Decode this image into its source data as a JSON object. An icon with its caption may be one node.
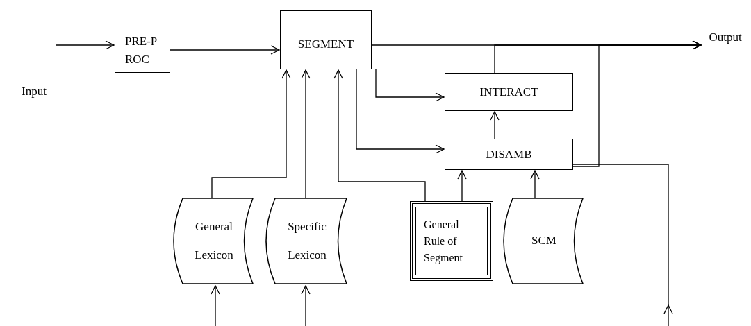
{
  "diagram": {
    "nodes": [
      {
        "text": [
          "Input"
        ]
      },
      {
        "text": [
          "PRE-P ROC"
        ]
      },
      {
        "text": [
          "SEGMENT"
        ]
      },
      {
        "text": [
          "Output"
        ]
      },
      {
        "text": [
          "INTERACT"
        ]
      },
      {
        "text": [
          "DISAMB"
        ]
      },
      {
        "text": [
          "General Lexicon"
        ]
      },
      {
        "text": [
          "Specific Lexicon"
        ]
      },
      {
        "text": [
          "General Rule of Segment"
        ]
      },
      {
        "text": [
          "SCM"
        ]
      }
    ],
    "edges": [
      {
        "from": 0,
        "to": 1,
        "arrow": "to"
      },
      {
        "from": 1,
        "to": 2,
        "arrow": "to"
      },
      {
        "from": 2,
        "to": 3,
        "arrow": "to"
      },
      {
        "from": 4,
        "to": 3,
        "arrow": "to"
      },
      {
        "from": 5,
        "to": 3,
        "arrow": "to"
      },
      {
        "from": 2,
        "to": 4,
        "arrow": "to"
      },
      {
        "from": 2,
        "to": 5,
        "arrow": "to"
      },
      {
        "from": 5,
        "to": 4,
        "arrow": "to"
      },
      {
        "from": 6,
        "to": 2,
        "arrow": "to"
      },
      {
        "from": 7,
        "to": 2,
        "arrow": "to"
      },
      {
        "from": 8,
        "to": 2,
        "arrow": "to"
      },
      {
        "from": 8,
        "to": 5,
        "arrow": "to"
      },
      {
        "from": 9,
        "to": 5,
        "arrow": "to"
      },
      {
        "from": null,
        "to": 6,
        "arrow": "to"
      },
      {
        "from": null,
        "to": 7,
        "arrow": "to"
      },
      {
        "from": 5,
        "to": null,
        "arrow": "to"
      }
    ]
  }
}
